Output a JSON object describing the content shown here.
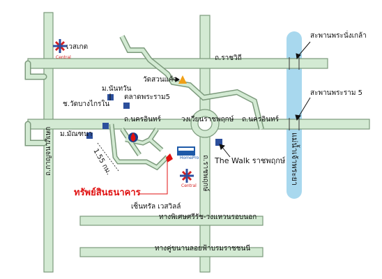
{
  "colors": {
    "road_fill": "#d3ead3",
    "road_stroke": "#7c9a7c",
    "river": "#a8d8ee",
    "marker_blue": "#2c4f9c",
    "pin_red": "#e01010",
    "temple": "#f0a018",
    "label_line": "#e01010"
  },
  "roads": {
    "ratchawithi": "ถ.ราชวิถี",
    "nakhon_in_upper": "ถ.นครอินทร์",
    "nakhon_in_east": "ถ.นครอินทร์",
    "kanchanaphisek": "ถ.กาญจนาภิเษก",
    "ratchaphruek": "ถ.ราชพฤกษ์",
    "ring_road": "ทางพิเศษศรีรัช-วงแหวนรอบนอก",
    "outer_road": "ทางคู่ขนานลอยฟ้าบรมราชชนนี",
    "roundabout": "วงเวียนราชพฤกษ์"
  },
  "river_label": "แม่น้ำเจ้าพระยา",
  "bridges": {
    "nang_klao": "สะพานพระนั่งเกล้า",
    "rama5": "สะพานพระราม 5"
  },
  "places": {
    "westgate": "เวสเกต",
    "temple": "วัดสวนแก้ว",
    "nonthawan": "ม.นันทวัน",
    "wat_bangkhonai": "ช.วัดบางไกรใน",
    "talad_rama5": "ตลาดพระราม5",
    "mantana": "ม.มัณฑนา",
    "the_walk": "The Walk ราชพฤกษ์",
    "central_westville": "เซ็นทรัล เวสวิลล์",
    "target": "ทรัพย์สินธนาคาร",
    "distance": "1.55 กม."
  },
  "icons": {
    "central_logo": "Central",
    "homepro": "HomePro"
  }
}
